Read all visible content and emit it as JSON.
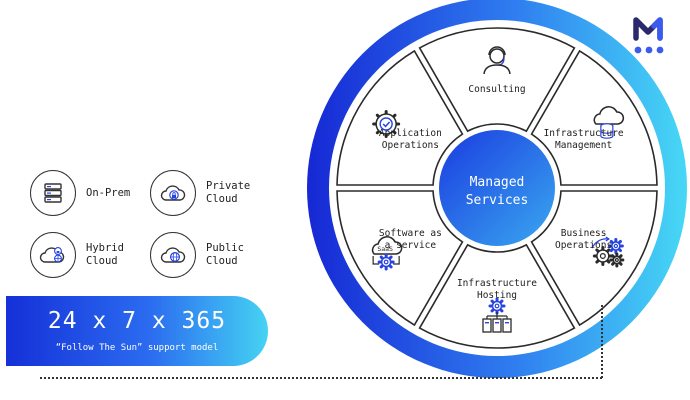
{
  "wheel": {
    "ring_title": "Managed Services",
    "center": {
      "line1": "Managed",
      "line2": "Services"
    },
    "segments": [
      {
        "name": "consulting",
        "lines": [
          "Consulting"
        ],
        "icon": "consultant-headset-icon"
      },
      {
        "name": "infrastructure-management",
        "lines": [
          "Infrastructure",
          "Management"
        ],
        "icon": "cloud-database-icon"
      },
      {
        "name": "business-operations",
        "lines": [
          "Business",
          "Operations"
        ],
        "icon": "gears-arrow-icon"
      },
      {
        "name": "infrastructure-hosting",
        "lines": [
          "Infrastructure",
          "Hosting"
        ],
        "icon": "servers-gear-icon"
      },
      {
        "name": "software-as-a-service",
        "lines": [
          "Software as",
          "a service"
        ],
        "icon": "saas-cloud-gear-icon"
      },
      {
        "name": "application-operations",
        "lines": [
          "Application",
          "Operations"
        ],
        "icon": "gear-check-icon"
      }
    ]
  },
  "deployment_models": [
    {
      "label": "On-Prem",
      "icon": "server-rack-icon"
    },
    {
      "label": "Private\nCloud",
      "icon": "cloud-lock-icon"
    },
    {
      "label": "Hybrid\nCloud",
      "icon": "cloud-lock-globe-icon"
    },
    {
      "label": "Public\nCloud",
      "icon": "cloud-globe-icon"
    }
  ],
  "banner": {
    "headline": "24 x 7 x 365",
    "subtitle": "“Follow The Sun” support model"
  },
  "colors": {
    "ring_start": "#1a2fd6",
    "ring_end": "#44d4f4",
    "accent_blue": "#2743e0",
    "logo_accent": "#3a5bf0"
  }
}
